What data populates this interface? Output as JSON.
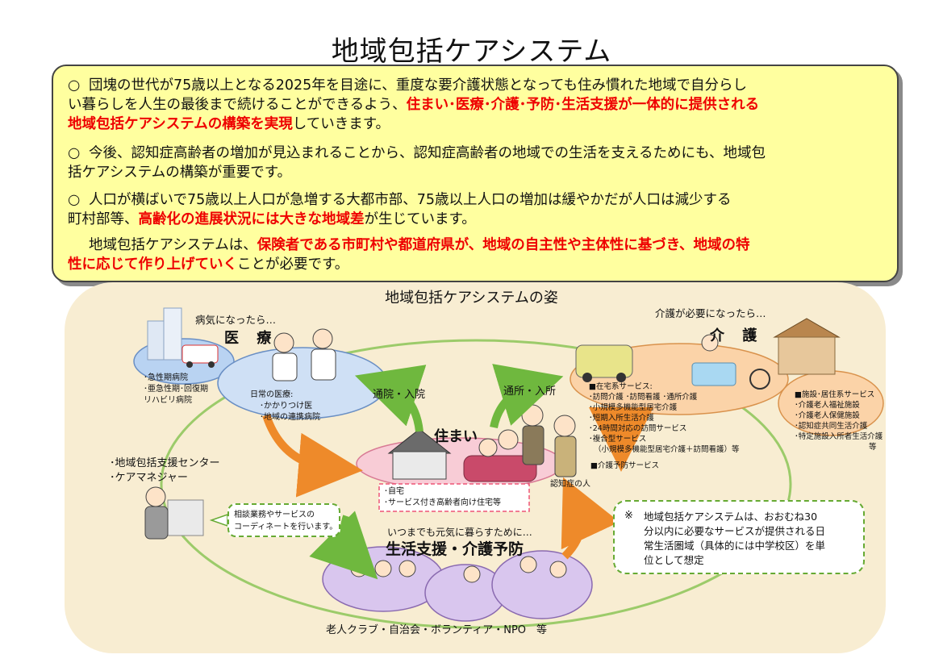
{
  "title": "地域包括ケアシステム",
  "info": {
    "bullet": "○",
    "p1": {
      "pre": "団塊の世代が75歳以上となる2025年を目途に、重度な要介護状態となっても住み慣れた地域で自分らし",
      "pre2": "い暮らしを人生の最後まで続けることができるよう、",
      "red": "住まい･医療･介護･予防･生活支援が一体的に提供される",
      "red2": "地域包括ケアシステムの構築を実現",
      "post": "していきます。"
    },
    "p2": {
      "line1": "今後、認知症高齢者の増加が見込まれることから、認知症高齢者の地域での生活を支えるためにも、地域包",
      "line2": "括ケアシステムの構築が重要です。"
    },
    "p3": {
      "line1": "人口が横ばいで75歳以上人口が急増する大都市部、75歳以上人口の増加は緩やかだが人口は減少する",
      "pre2": "町村部等、",
      "red": "高齢化の進展状況には大きな地域差",
      "post": "が生じています。"
    },
    "p4": {
      "pre": "地域包括ケアシステムは、",
      "red": "保険者である市町村や都道府県が、地域の自主性や主体性に基づき、地域の特",
      "red2": "性に応じて作り上げていく",
      "post": "ことが必要です。"
    }
  },
  "diagram": {
    "heading": "地域包括ケアシステムの姿",
    "medical": {
      "when": "病気になったら…",
      "title": "医 療",
      "hospitals": [
        "･急性期病院",
        "･亜急性期･回復期",
        "リハビリ病院"
      ],
      "daily": [
        "日常の医療:",
        "･かかりつけ医",
        "･地域の連携病院"
      ]
    },
    "care": {
      "when": "介護が必要になったら…",
      "title": "介 護",
      "home_services": [
        "■在宅系サービス:",
        "･訪問介護 ･訪問看護 ･通所介護",
        "･小規模多機能型居宅介護",
        "･短期入所生活介護",
        "･24時間対応の訪問サービス",
        "･複合型サービス",
        "（小規模多機能型居宅介護＋訪問看護）等"
      ],
      "prevention": "■介護予防サービス",
      "facility_services": [
        "■施設･居住系サービス",
        "･介護老人福祉施設",
        "･介護老人保健施設",
        "･認知症共同生活介護",
        "･特定施設入所者生活介護",
        "等"
      ]
    },
    "housing": {
      "title": "住まい",
      "items": [
        "･自宅",
        "･サービス付き高齢者向け住宅等"
      ],
      "dementia": "認知症の人"
    },
    "arrows": {
      "hospital": "通院・入院",
      "daycare": "通所・入所"
    },
    "center": {
      "lines": [
        "･地域包括支援センター",
        "･ケアマネジャー"
      ]
    },
    "consult": [
      "相談業務やサービスの",
      "コーディネートを行います。"
    ],
    "life": {
      "sub": "いつまでも元気に暮らすために…",
      "title": "生活支援・介護予防",
      "groups": "老人クラブ・自治会・ボランティア・NPO　等"
    },
    "note": {
      "mark": "※",
      "lines": [
        "地域包括ケアシステムは、おおむね30",
        "分以内に必要なサービスが提供される日",
        "常生活圏域（具体的には中学校区）を単",
        "位として想定"
      ]
    }
  },
  "colors": {
    "info_bg": "#ffff9f",
    "emphasis_red": "#ee0000",
    "diagram_bg": "#f8edd2",
    "medical_blue": "#cfe0f5",
    "care_orange": "#fbd3a8",
    "housing_pink": "#f8ccd6",
    "life_purple": "#d9c6ee",
    "ring_green": "#9ccb6a",
    "arrow_orange": "#ee8a2a",
    "arrow_green": "#6fb83e"
  }
}
